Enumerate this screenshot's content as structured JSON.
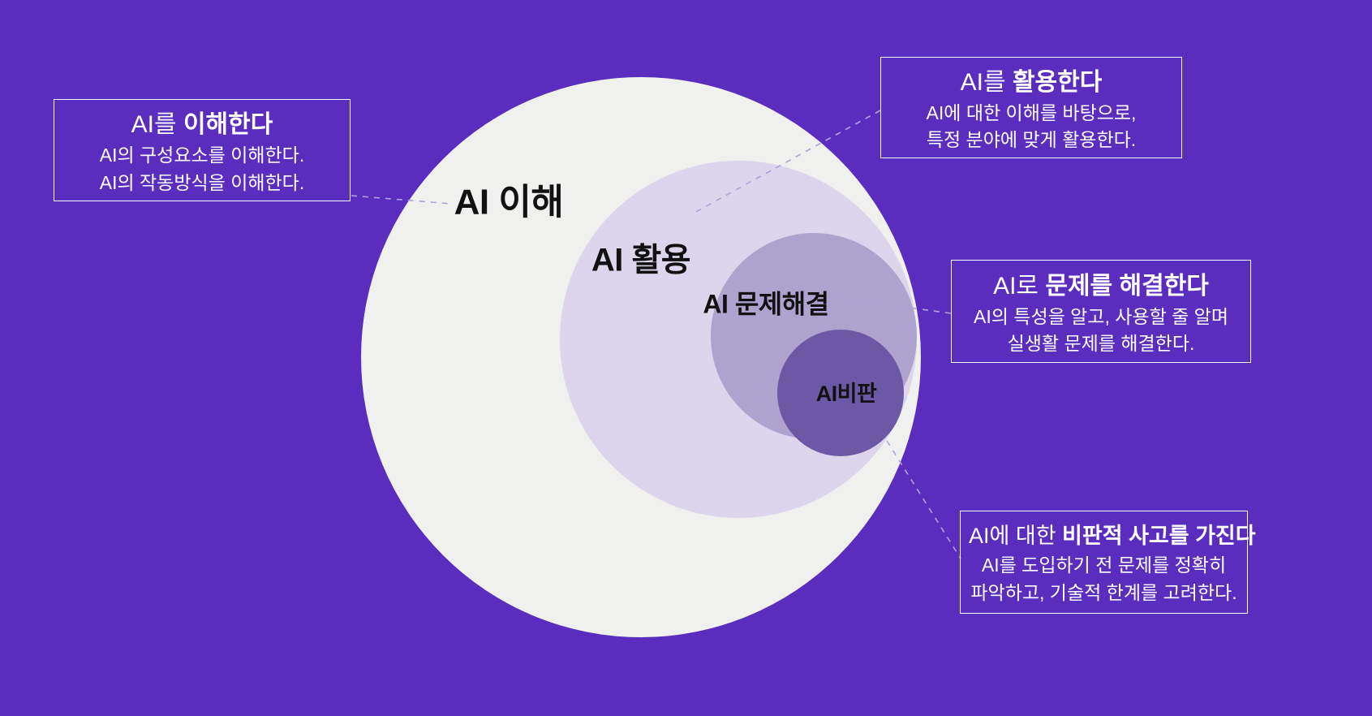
{
  "colors": {
    "background": "#5A2DBE",
    "ring_understand": "#F0F0EE",
    "ring_use": "#DCD5EB",
    "ring_solve": "#AEA2CF",
    "ring_critic": "#6C59A6",
    "label_text": "#111111",
    "box_border": "#FFFFFF",
    "box_text": "#FFFFFF",
    "connector": "#AFA3DC"
  },
  "diagram": {
    "rings": [
      {
        "label": "AI 이해"
      },
      {
        "label": "AI 활용"
      },
      {
        "label": "AI 문제해결"
      },
      {
        "label": "AI비판"
      }
    ]
  },
  "callouts": [
    {
      "title_prefix": "AI를 ",
      "title_strong": "이해한다",
      "line1": "AI의 구성요소를 이해한다.",
      "line2": "AI의 작동방식을 이해한다."
    },
    {
      "title_prefix": "AI를 ",
      "title_strong": "활용한다",
      "line1": "AI에 대한 이해를 바탕으로,",
      "line2": "특정 분야에 맞게 활용한다."
    },
    {
      "title_prefix": "AI로 ",
      "title_strong": "문제를 해결한다",
      "line1": "AI의 특성을 알고, 사용할 줄 알며",
      "line2": "실생활 문제를 해결한다."
    },
    {
      "title_prefix": "AI에 대한 ",
      "title_strong": "비판적 사고를 가진다",
      "line1": "AI를 도입하기 전 문제를 정확히",
      "line2": "파악하고, 기술적 한계를 고려한다."
    }
  ]
}
